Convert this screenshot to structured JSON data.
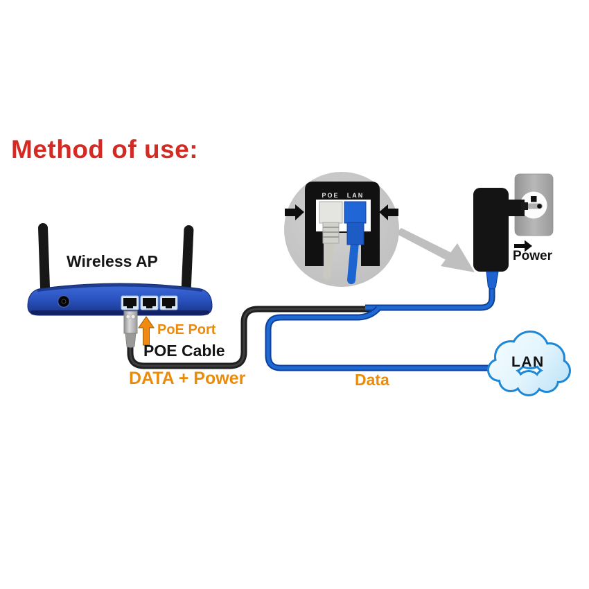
{
  "title": "Method of use:",
  "ap": {
    "label": "Wireless AP"
  },
  "labels": {
    "poe_port": "PoE Port",
    "poe_cable": "POE Cable",
    "data_power": "DATA + Power",
    "data": "Data",
    "power": "Power",
    "lan": "LAN"
  },
  "injector": {
    "left_port": "POE",
    "right_port": "LAN"
  },
  "colors": {
    "title_red": "#d32b24",
    "label_orange": "#ea8c0a",
    "cable_blue": "#1f6ad2",
    "cable_black": "#1f1f1f",
    "ap_blue": "#2d55c2",
    "cloud_stroke": "#1e88d6"
  }
}
